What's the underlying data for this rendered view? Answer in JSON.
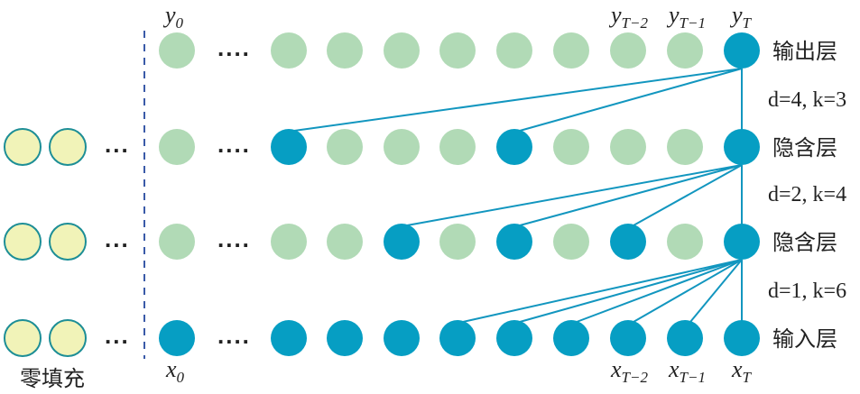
{
  "colors": {
    "active": "#069ec3",
    "inactive": "#b1dab6",
    "padding_fill": "#f1f3b8",
    "padding_stroke": "#1d8e96",
    "edge": "#1296bf",
    "divider": "#3a5aa8"
  },
  "layers": [
    {
      "label": "输出层",
      "active": [
        false,
        false,
        false,
        false,
        false,
        false,
        false,
        false,
        false,
        true
      ],
      "padding": false
    },
    {
      "label": "隐含层",
      "active": [
        false,
        true,
        false,
        false,
        false,
        true,
        false,
        false,
        false,
        true
      ],
      "padding": true
    },
    {
      "label": "隐含层",
      "active": [
        false,
        false,
        false,
        true,
        false,
        true,
        false,
        true,
        false,
        true
      ],
      "padding": true
    },
    {
      "label": "输入层",
      "active": [
        true,
        true,
        true,
        true,
        true,
        true,
        true,
        true,
        true,
        true
      ],
      "padding": true
    }
  ],
  "dilations": [
    {
      "d": "4",
      "k": "3",
      "text": "d=4, k=3"
    },
    {
      "d": "2",
      "k": "4",
      "text": "d=2, k=4"
    },
    {
      "d": "1",
      "k": "6",
      "text": "d=1, k=6"
    }
  ],
  "top_labels": {
    "y0": {
      "base": "y",
      "sub": "0"
    },
    "yT2": {
      "base": "y",
      "sub": "T−2"
    },
    "yT1": {
      "base": "y",
      "sub": "T−1"
    },
    "yT": {
      "base": "y",
      "sub": "T"
    }
  },
  "bottom_labels": {
    "x0": {
      "base": "x",
      "sub": "0"
    },
    "xT2": {
      "base": "x",
      "sub": "T−2"
    },
    "xT1": {
      "base": "x",
      "sub": "T−1"
    },
    "xT": {
      "base": "x",
      "sub": "T"
    }
  },
  "ellipsis": {
    "main": "....",
    "padding": "..."
  },
  "padding_label": "零填充"
}
